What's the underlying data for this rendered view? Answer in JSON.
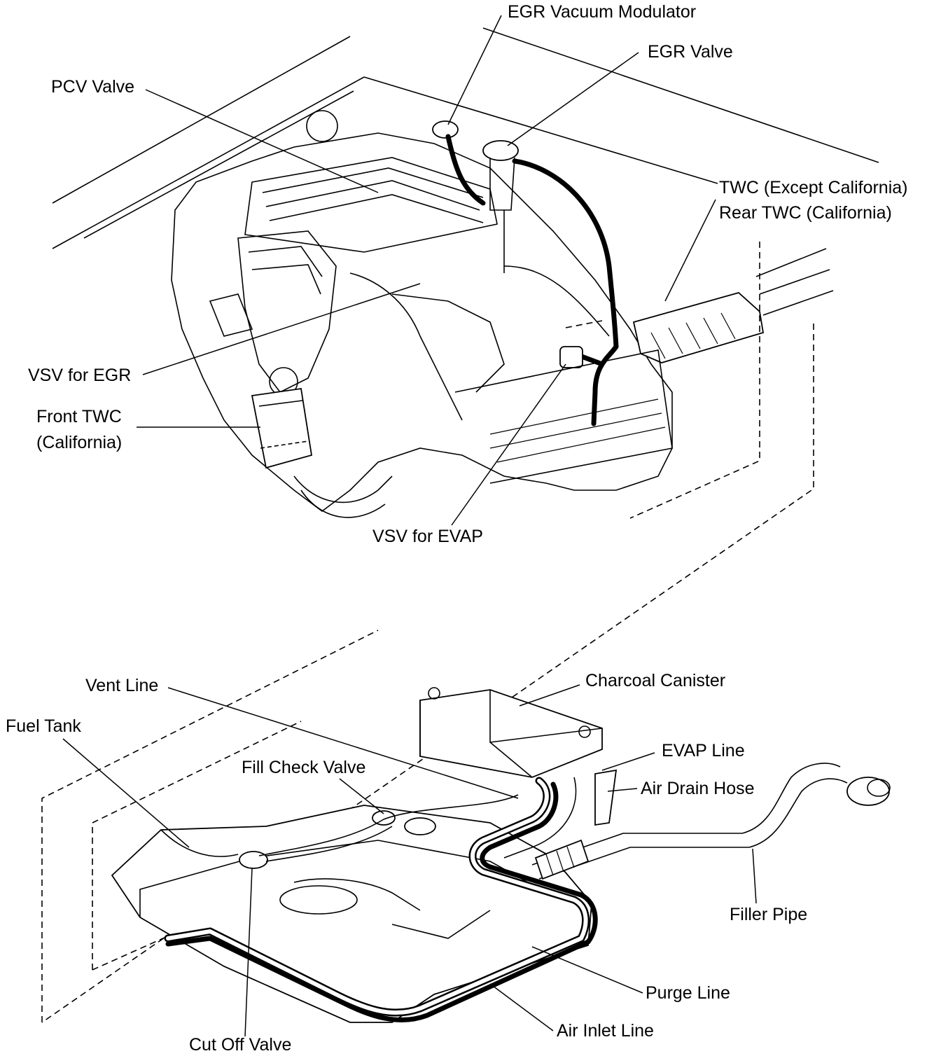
{
  "labels": {
    "egr_vacuum_modulator": "EGR Vacuum Modulator",
    "egr_valve": "EGR Valve",
    "pcv_valve": "PCV Valve",
    "twc_except_california": "TWC (Except California)",
    "rear_twc_california": "Rear TWC (California)",
    "vsv_for_egr": "VSV for EGR",
    "front_twc": "Front TWC",
    "front_twc_california": "(California)",
    "vsv_for_evap": "VSV for EVAP",
    "vent_line": "Vent Line",
    "charcoal_canister": "Charcoal Canister",
    "fuel_tank": "Fuel Tank",
    "evap_line": "EVAP Line",
    "fill_check_valve": "Fill Check Valve",
    "air_drain_hose": "Air Drain Hose",
    "filler_pipe": "Filler Pipe",
    "purge_line": "Purge Line",
    "air_inlet_line": "Air Inlet Line",
    "cut_off_valve": "Cut Off Valve"
  }
}
